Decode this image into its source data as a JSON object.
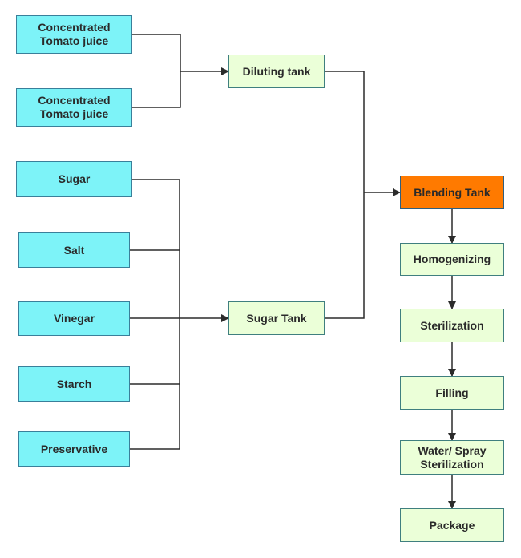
{
  "diagram": {
    "colors": {
      "ingredient_fill": "#7df3f8",
      "process_fill": "#ebffd8",
      "highlight_fill": "#ff7a00",
      "line": "#2b2b2b"
    },
    "nodes": {
      "tomato_juice_1": "Concentrated\nTomato juice",
      "tomato_juice_2": "Concentrated\nTomato juice",
      "diluting_tank": "Diluting tank",
      "sugar": "Sugar",
      "salt": "Salt",
      "vinegar": "Vinegar",
      "starch": "Starch",
      "preservative": "Preservative",
      "sugar_tank": "Sugar Tank",
      "blending_tank": "Blending Tank",
      "homogenizing": "Homogenizing",
      "sterilization": "Sterilization",
      "filling": "Filling",
      "spray_sterilization": "Water/ Spray\nSterilization",
      "package": "Package"
    },
    "edges": [
      [
        "tomato_juice_1",
        "diluting_tank"
      ],
      [
        "tomato_juice_2",
        "diluting_tank"
      ],
      [
        "sugar",
        "sugar_tank"
      ],
      [
        "salt",
        "sugar_tank"
      ],
      [
        "vinegar",
        "sugar_tank"
      ],
      [
        "starch",
        "sugar_tank"
      ],
      [
        "preservative",
        "sugar_tank"
      ],
      [
        "diluting_tank",
        "blending_tank"
      ],
      [
        "sugar_tank",
        "blending_tank"
      ],
      [
        "blending_tank",
        "homogenizing"
      ],
      [
        "homogenizing",
        "sterilization"
      ],
      [
        "sterilization",
        "filling"
      ],
      [
        "filling",
        "spray_sterilization"
      ],
      [
        "spray_sterilization",
        "package"
      ]
    ]
  }
}
